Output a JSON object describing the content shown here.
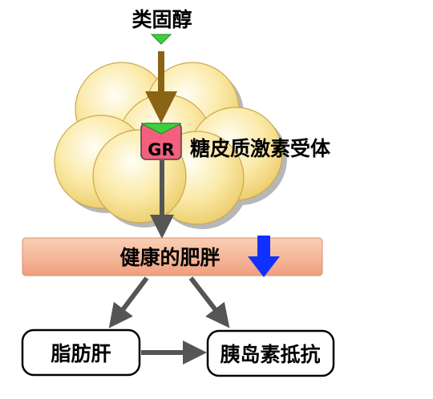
{
  "steroid_label": "类固醇",
  "receptor": {
    "badge": "GR",
    "label": "糖皮质激素受体"
  },
  "band": {
    "label": "健康的肥胖"
  },
  "boxes": {
    "fatty_liver": "脂肪肝",
    "insulin_resistance": "胰岛素抵抗"
  },
  "colors": {
    "steroid_marker": "#3ecf3e",
    "input_arrow": "#8a6414",
    "connector": "#555555",
    "badge_fill": "#f2607e",
    "band_fill": "#f4b697",
    "down_arrow": "#1030ff",
    "cell_fill": "#fbeaa9"
  }
}
